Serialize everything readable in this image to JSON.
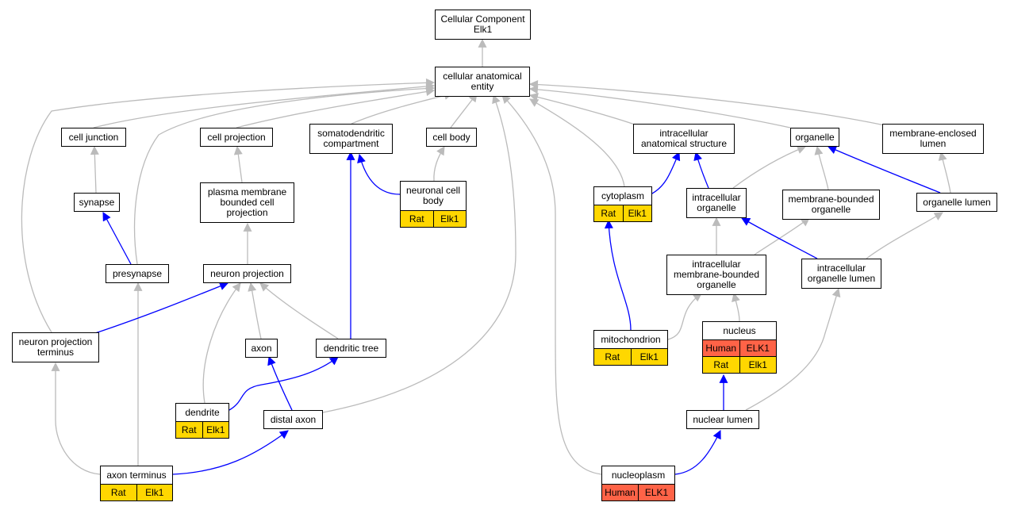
{
  "colors": {
    "gray_edge": "#bbbbbb",
    "blue_edge": "#0000ff",
    "rat": "#ffd700",
    "human": "#ff6347"
  },
  "nodes": {
    "root": {
      "lines": [
        "Cellular Component",
        "Elk1"
      ]
    },
    "cae": {
      "lines": [
        "cellular anatomical",
        "entity"
      ]
    },
    "cell_junction": {
      "lines": [
        "cell junction"
      ]
    },
    "cell_projection": {
      "lines": [
        "cell projection"
      ]
    },
    "somatodendritic": {
      "lines": [
        "somatodendritic",
        "compartment"
      ]
    },
    "cell_body": {
      "lines": [
        "cell body"
      ]
    },
    "ias": {
      "lines": [
        "intracellular",
        "anatomical structure"
      ]
    },
    "organelle": {
      "lines": [
        "organelle"
      ]
    },
    "mel": {
      "lines": [
        "membrane-enclosed",
        "lumen"
      ]
    },
    "synapse": {
      "lines": [
        "synapse"
      ]
    },
    "pmbcp": {
      "lines": [
        "plasma membrane",
        "bounded cell",
        "projection"
      ]
    },
    "ncb": {
      "lines": [
        "neuronal cell",
        "body"
      ],
      "annotations": [
        [
          "Rat",
          "Elk1"
        ]
      ]
    },
    "cytoplasm": {
      "lines": [
        "cytoplasm"
      ],
      "annotations": [
        [
          "Rat",
          "Elk1"
        ]
      ]
    },
    "io": {
      "lines": [
        "intracellular",
        "organelle"
      ]
    },
    "mbo": {
      "lines": [
        "membrane-bounded",
        "organelle"
      ]
    },
    "ol": {
      "lines": [
        "organelle lumen"
      ]
    },
    "presynapse": {
      "lines": [
        "presynapse"
      ]
    },
    "neuron_projection": {
      "lines": [
        "neuron projection"
      ]
    },
    "imbo": {
      "lines": [
        "intracellular",
        "membrane-bounded",
        "organelle"
      ]
    },
    "iol": {
      "lines": [
        "intracellular",
        "organelle lumen"
      ]
    },
    "npt": {
      "lines": [
        "neuron projection",
        "terminus"
      ]
    },
    "axon": {
      "lines": [
        "axon"
      ]
    },
    "dendritic_tree": {
      "lines": [
        "dendritic tree"
      ]
    },
    "mitochondrion": {
      "lines": [
        "mitochondrion"
      ],
      "annotations": [
        [
          "Rat",
          "Elk1"
        ]
      ]
    },
    "nucleus": {
      "lines": [
        "nucleus"
      ],
      "annotations": [
        [
          "Human",
          "ELK1"
        ],
        [
          "Rat",
          "Elk1"
        ]
      ]
    },
    "dendrite": {
      "lines": [
        "dendrite"
      ],
      "annotations": [
        [
          "Rat",
          "Elk1"
        ]
      ]
    },
    "distal_axon": {
      "lines": [
        "distal axon"
      ]
    },
    "nuclear_lumen": {
      "lines": [
        "nuclear lumen"
      ]
    },
    "axon_terminus": {
      "lines": [
        "axon terminus"
      ],
      "annotations": [
        [
          "Rat",
          "Elk1"
        ]
      ]
    },
    "nucleoplasm": {
      "lines": [
        "nucleoplasm"
      ],
      "annotations": [
        [
          "Human",
          "ELK1"
        ]
      ]
    }
  }
}
